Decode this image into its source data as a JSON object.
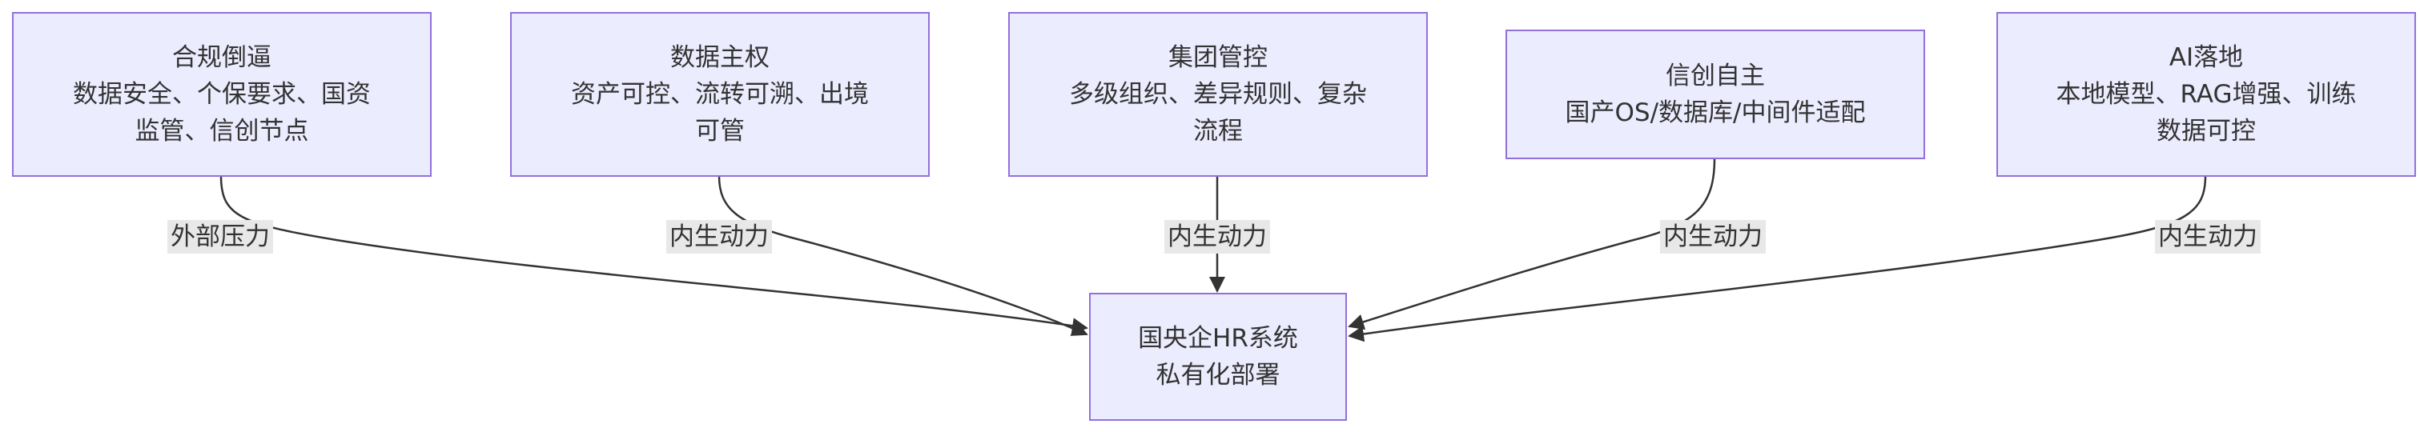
{
  "nodes": [
    {
      "id": "compliance",
      "lines": [
        "合规倒逼",
        "数据安全、个保要求、国资",
        "监管、信创节点"
      ]
    },
    {
      "id": "sovereignty",
      "lines": [
        "数据主权",
        "资产可控、流转可溯、出境",
        "可管"
      ]
    },
    {
      "id": "group",
      "lines": [
        "集团管控",
        "多级组织、差异规则、复杂",
        "流程"
      ]
    },
    {
      "id": "xinchuang",
      "lines": [
        "信创自主",
        "国产OS/数据库/中间件适配"
      ]
    },
    {
      "id": "ai",
      "lines": [
        "AI落地",
        "本地模型、RAG增强、训练",
        "数据可控"
      ]
    },
    {
      "id": "target",
      "lines": [
        "国央企HR系统",
        "私有化部署"
      ]
    }
  ],
  "edges": [
    {
      "from": "compliance",
      "to": "target",
      "label": "外部压力"
    },
    {
      "from": "sovereignty",
      "to": "target",
      "label": "内生动力"
    },
    {
      "from": "group",
      "to": "target",
      "label": "内生动力"
    },
    {
      "from": "xinchuang",
      "to": "target",
      "label": "内生动力"
    },
    {
      "from": "ai",
      "to": "target",
      "label": "内生动力"
    }
  ],
  "colors": {
    "node_fill": "#ECECFF",
    "node_border": "#9370DB",
    "edge": "#333333",
    "label_bg": "#e8e8e8",
    "text": "#333333"
  }
}
